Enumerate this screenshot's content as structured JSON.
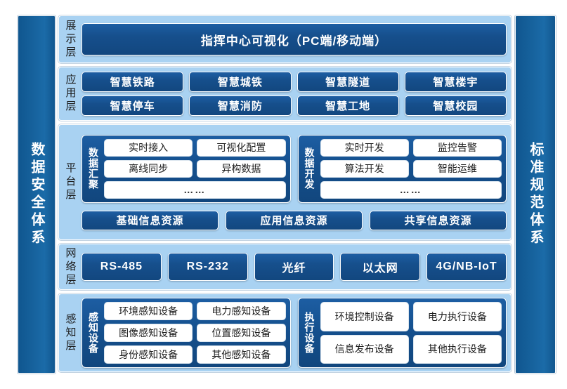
{
  "pillars": {
    "left": {
      "label": "数据安全体系",
      "name": "data-security-system"
    },
    "right": {
      "label": "标准规范体系",
      "name": "standards-system"
    }
  },
  "layers": [
    {
      "id": "display",
      "label": "展示层",
      "items": [
        "指挥中心可视化（PC端/移动端）"
      ]
    },
    {
      "id": "application",
      "label": "应用层",
      "row1": [
        "智慧铁路",
        "智慧城铁",
        "智慧隧道",
        "智慧楼宇"
      ],
      "row2": [
        "智慧停车",
        "智慧消防",
        "智慧工地",
        "智慧校园"
      ]
    },
    {
      "id": "platform",
      "label": "平台层",
      "blocks": [
        {
          "label": "数据汇聚",
          "rows": [
            [
              "实时接入",
              "可视化配置"
            ],
            [
              "离线同步",
              "异构数据"
            ],
            [
              "……"
            ]
          ]
        },
        {
          "label": "数据开发",
          "rows": [
            [
              "实时开发",
              "监控告警"
            ],
            [
              "算法开发",
              "智能运维"
            ],
            [
              "……"
            ]
          ]
        }
      ],
      "resources": [
        "基础信息资源",
        "应用信息资源",
        "共享信息资源"
      ]
    },
    {
      "id": "network",
      "label": "网络层",
      "items": [
        "RS-485",
        "RS-232",
        "光纤",
        "以太网",
        "4G/NB-IoT"
      ]
    },
    {
      "id": "sensing",
      "label": "感知层",
      "blocks": [
        {
          "label": "感知设备",
          "rows": [
            [
              "环境感知设备",
              "电力感知设备"
            ],
            [
              "图像感知设备",
              "位置感知设备"
            ],
            [
              "身份感知设备",
              "其他感知设备"
            ]
          ]
        },
        {
          "label": "执行设备",
          "rows": [
            [
              "环境控制设备",
              "电力执行设备"
            ],
            [
              "信息发布设备",
              "其他执行设备"
            ]
          ]
        }
      ]
    }
  ],
  "colors": {
    "dark_blue": "#15508e",
    "light_blue": "#a9d2f2",
    "pillar_blue": "#17639e",
    "white": "#ffffff",
    "text_dark": "#1c1c1c"
  }
}
